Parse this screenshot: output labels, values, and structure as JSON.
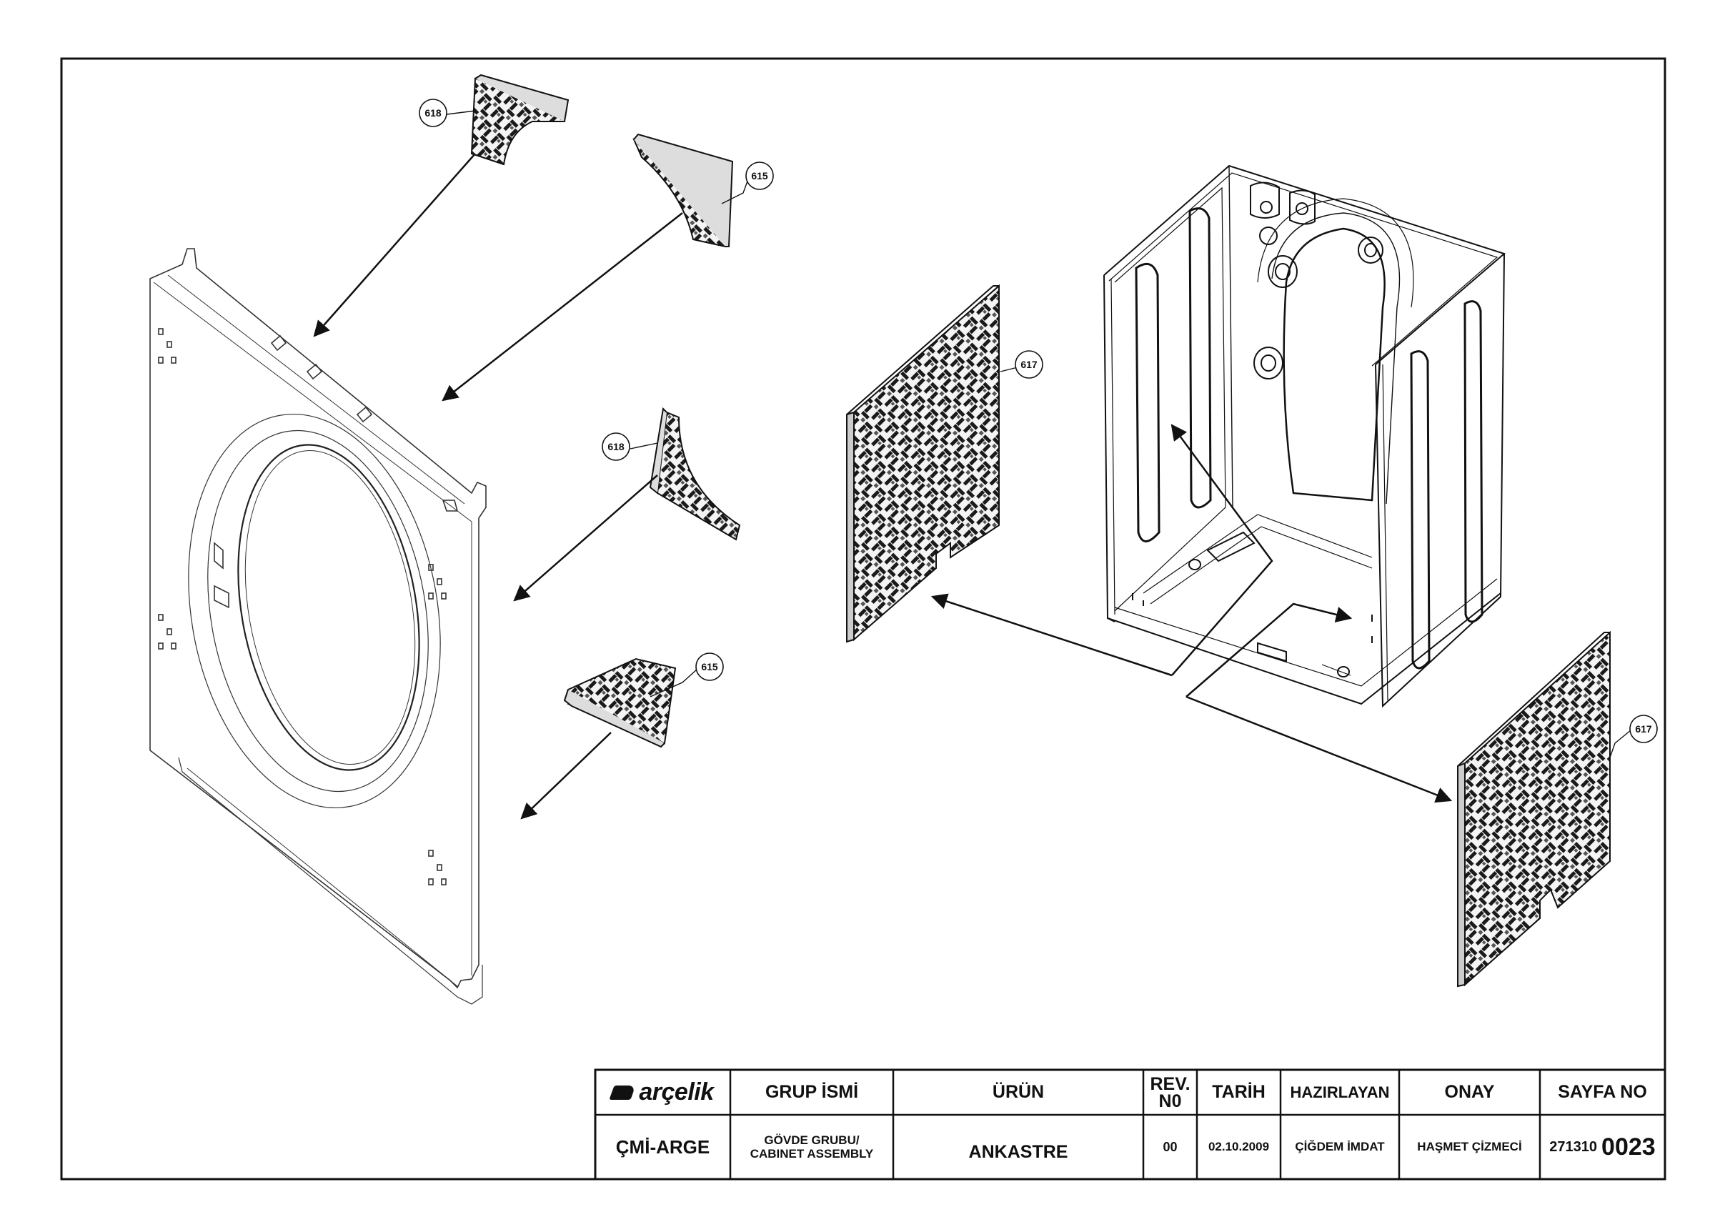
{
  "callouts": [
    {
      "id": "c1",
      "label": "618"
    },
    {
      "id": "c2",
      "label": "615"
    },
    {
      "id": "c3",
      "label": "618"
    },
    {
      "id": "c4",
      "label": "615"
    },
    {
      "id": "c5",
      "label": "617"
    },
    {
      "id": "c6",
      "label": "617"
    }
  ],
  "title_block": {
    "logo_text": "arçelik",
    "department": "ÇMİ-ARGE",
    "headers": {
      "group_name": "GRUP İSMİ",
      "product": "ÜRÜN",
      "rev": "REV. N0",
      "date": "TARİH",
      "prepared_by": "HAZIRLAYAN",
      "approval": "ONAY",
      "page_no": "SAYFA NO"
    },
    "values": {
      "group_name_line1": "GÖVDE GRUBU/",
      "group_name_line2": "CABINET ASSEMBLY",
      "product": "ANKASTRE",
      "rev": "00",
      "date": "02.10.2009",
      "prepared_by": "ÇİĞDEM İMDAT",
      "approval": "HAŞMET ÇİZMECİ",
      "page_prefix": "271310",
      "page_suffix": "0023"
    }
  },
  "colors": {
    "line": "#111111",
    "background": "#ffffff",
    "pad_pattern": "#1a1a1a"
  }
}
